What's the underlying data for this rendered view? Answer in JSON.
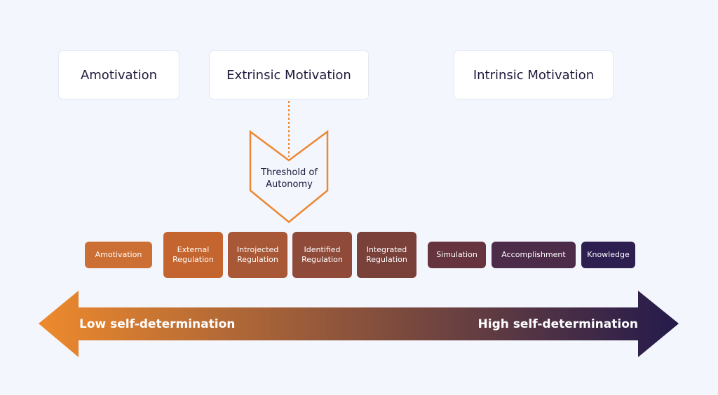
{
  "top_cards": {
    "amotivation": "Amotivation",
    "extrinsic": "Extrinsic Motivation",
    "intrinsic": "Intrinsic Motivation"
  },
  "threshold": {
    "line1": "Threshold of",
    "line2": "Autonomy"
  },
  "tiles": [
    {
      "line1": "Amotivation",
      "line2": "",
      "color": "#cc6f35"
    },
    {
      "line1": "External",
      "line2": "Regulation",
      "color": "#c4652f"
    },
    {
      "line1": "Introjected",
      "line2": "Regulation",
      "color": "#a95837"
    },
    {
      "line1": "Identified",
      "line2": "Regulation",
      "color": "#8f4a39"
    },
    {
      "line1": "Integrated",
      "line2": "Regulation",
      "color": "#7a413b"
    },
    {
      "line1": "Simulation",
      "line2": "",
      "color": "#65343f"
    },
    {
      "line1": "Accomplishment",
      "line2": "",
      "color": "#4d2c4a"
    },
    {
      "line1": "Knowledge",
      "line2": "",
      "color": "#2d1f4f"
    }
  ],
  "axis": {
    "low_label": "Low self-determination",
    "high_label": "High self-determination",
    "gradient_start": "#ee8a2d",
    "gradient_end": "#241a4b"
  },
  "colors": {
    "accent_orange": "#ec8732",
    "text_dark": "#1e1a3c"
  }
}
